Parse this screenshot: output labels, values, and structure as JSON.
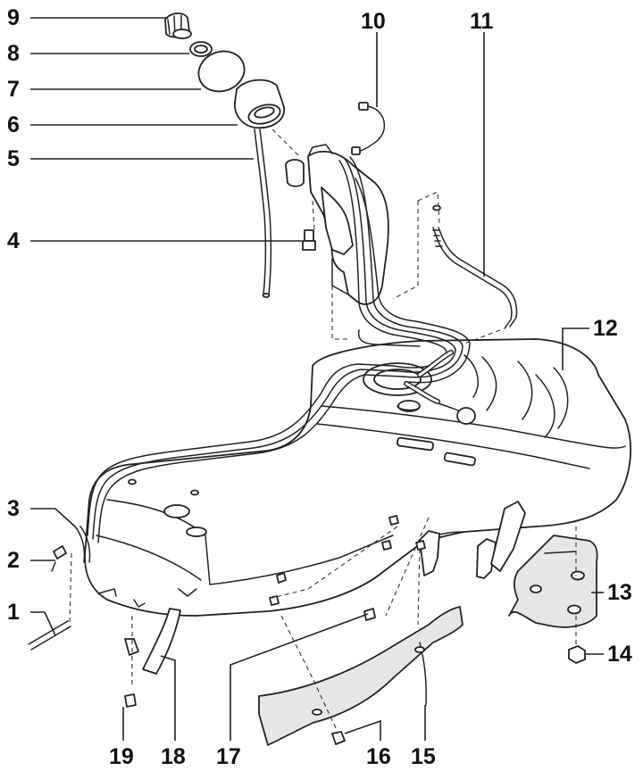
{
  "diagram": {
    "callouts": [
      {
        "id": "1",
        "label": "1"
      },
      {
        "id": "2",
        "label": "2"
      },
      {
        "id": "3",
        "label": "3"
      },
      {
        "id": "4",
        "label": "4"
      },
      {
        "id": "5",
        "label": "5"
      },
      {
        "id": "6",
        "label": "6"
      },
      {
        "id": "7",
        "label": "7"
      },
      {
        "id": "8",
        "label": "8"
      },
      {
        "id": "9",
        "label": "9"
      },
      {
        "id": "10",
        "label": "10"
      },
      {
        "id": "11",
        "label": "11"
      },
      {
        "id": "12",
        "label": "12"
      },
      {
        "id": "13",
        "label": "13"
      },
      {
        "id": "14",
        "label": "14"
      },
      {
        "id": "15",
        "label": "15"
      },
      {
        "id": "16",
        "label": "16"
      },
      {
        "id": "17",
        "label": "17"
      },
      {
        "id": "18",
        "label": "18"
      },
      {
        "id": "19",
        "label": "19"
      }
    ],
    "colors": {
      "ink": "#111111",
      "background": "#ffffff",
      "shield_fill": "#e6e6e6"
    }
  }
}
